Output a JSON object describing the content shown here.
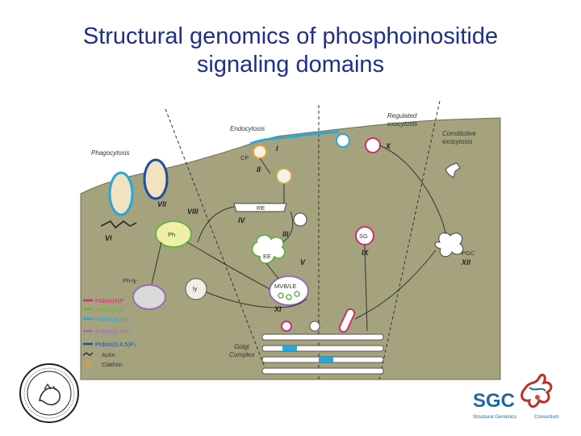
{
  "slide": {
    "title_line1": "Structural genomics of phosphoinositide",
    "title_line2": "signaling domains"
  },
  "diagram": {
    "labels": {
      "endocytosis": "Endocytosis",
      "regulated1": "Regulated",
      "regulated2": "exocytosis",
      "constitutive1": "Constitutive",
      "constitutive2": "exocytosis",
      "phagocytosis": "Phagocytosis",
      "cp": "CP",
      "re": "RE",
      "ph": "Ph",
      "ee": "EE",
      "sg": "SG",
      "pgc": "PGC",
      "phly": "Ph-ly",
      "ly": "ly",
      "mvb": "MVB/LE",
      "golgi1": "Golgi",
      "golgi2": "Complex"
    },
    "roman": {
      "i": "I",
      "ii": "II",
      "iii": "III",
      "iv": "IV",
      "v": "V",
      "vi": "VI",
      "vii": "VII",
      "viii": "VIII",
      "ix": "IX",
      "x": "X",
      "xi": "XI",
      "xii": "XII"
    },
    "legend": [
      {
        "label": "PtdIns(4)P",
        "color": "#c8326e"
      },
      {
        "label": "PtdIns(3)P",
        "color": "#6ab04c"
      },
      {
        "label": "PtdIns(4,5)P₂",
        "color": "#2aa6d8"
      },
      {
        "label": "PtdIns(3,5)P₂",
        "color": "#9a6bb0"
      },
      {
        "label": "PtdIns(3,4,5)P₃",
        "color": "#1f4f9a"
      },
      {
        "label": "Actin",
        "color": "#333333"
      },
      {
        "label": "Clathrin",
        "color": "#e8a23a"
      }
    ]
  },
  "logo": {
    "sgc": "SGC",
    "sub_left": "Structural Genomics",
    "sub_right": "Consortium"
  },
  "colors": {
    "title": "#1f2f8a",
    "cell": "#a5a27e",
    "cell_edge": "#6f6c50"
  }
}
